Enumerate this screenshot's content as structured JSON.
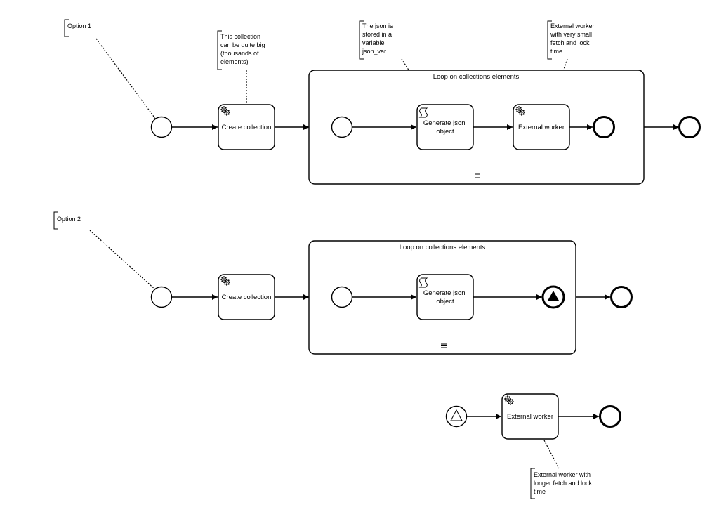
{
  "option1": {
    "note": "Option 1",
    "collection_note": [
      "This collection",
      "can be quite big",
      "(thousands of",
      "elements)"
    ],
    "json_note": [
      "The json is",
      "stored in a",
      "variable",
      "json_var"
    ],
    "worker_note": [
      "External worker",
      "with very small",
      "fetch and lock",
      "time"
    ],
    "create_task": "Create collection",
    "subprocess_title": "Loop on collections elements",
    "generate_task": [
      "Generate json",
      "object"
    ],
    "worker_task": "External worker"
  },
  "option2": {
    "note": "Option 2",
    "create_task": "Create collection",
    "subprocess_title": "Loop on collections elements",
    "generate_task": [
      "Generate json",
      "object"
    ]
  },
  "signal_process": {
    "worker_task": "External worker",
    "worker_note": [
      "External worker with",
      "longer fetch and lock",
      "time"
    ]
  },
  "icons": {
    "service_task": "gears-icon",
    "script_task": "script-icon",
    "multi_instance": "sequential-multi-instance-icon",
    "signal_start": "signal-start-icon",
    "signal_end": "signal-end-icon"
  }
}
